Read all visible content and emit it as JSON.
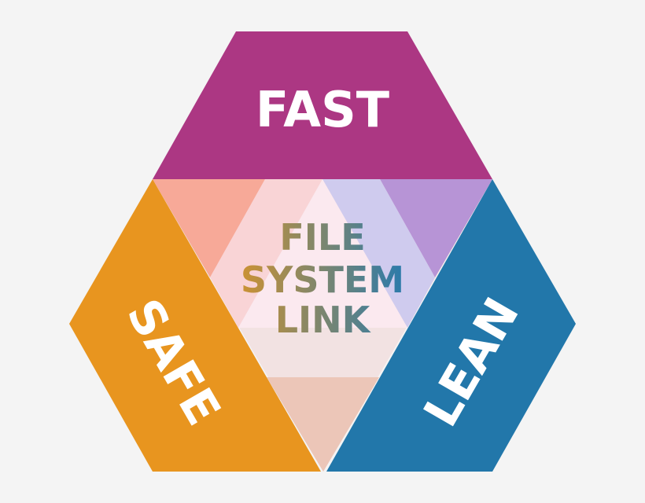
{
  "segments": {
    "fast": {
      "label": "FAST",
      "color": "#ac3783"
    },
    "safe": {
      "label": "SAFE",
      "color": "#e8951f"
    },
    "lean": {
      "label": "LEAN",
      "color": "#2277aa"
    }
  },
  "center": {
    "lines": [
      "FILE",
      "SYSTEM",
      "LINK"
    ],
    "gradient_start": "#cc9233",
    "gradient_end": "#2a7aac"
  }
}
